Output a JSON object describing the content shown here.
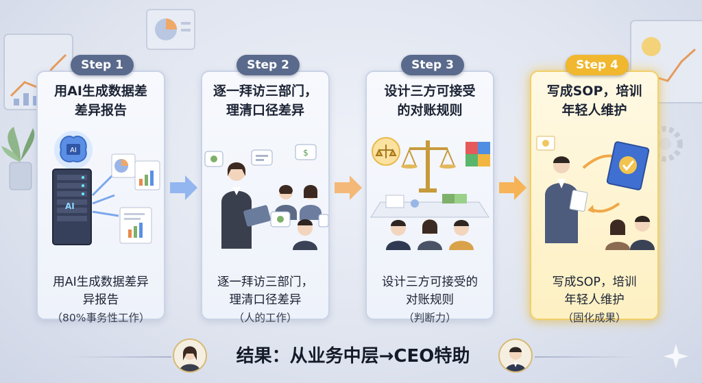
{
  "steps": [
    {
      "badge": "Step 1",
      "title": "用AI生成数据差\n差异报告",
      "body": "用AI生成数据差异\n异报告",
      "note": "（80%事务性工作）",
      "highlight": false
    },
    {
      "badge": "Step 2",
      "title": "逐一拜访三部门，\n理清口径差异",
      "body": "逐一拜访三部门，\n理清口径差异",
      "note": "（人的工作）",
      "highlight": false
    },
    {
      "badge": "Step 3",
      "title": "设计三方可接受\n的对账规则",
      "body": "设计三方可接受的\n对账规则",
      "note": "（判断力）",
      "highlight": false
    },
    {
      "badge": "Step 4",
      "title": "写成SOP，培训\n年轻人维护",
      "body": "写成SOP，培训\n年轻人维护",
      "note": "（固化成果）",
      "highlight": true
    }
  ],
  "ai_labels": {
    "chip": "AI",
    "server": "AI"
  },
  "result": {
    "text": "结果：从业务中层→CEO特助"
  },
  "colors": {
    "step_badge": "#5a6a8c",
    "highlight_badge": "#f0b72f",
    "card_border": "#c9d3e6",
    "highlight_border": "#f1cf6a",
    "arrow_blue": "#7fa6ea",
    "arrow_orange": "#f6b25a"
  }
}
